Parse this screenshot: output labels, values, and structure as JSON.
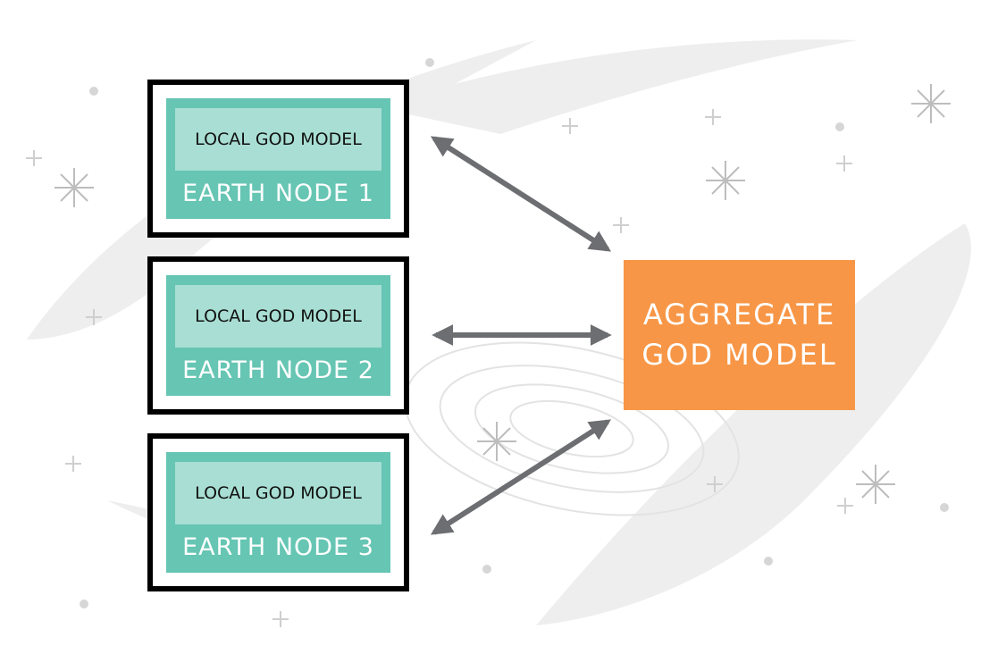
{
  "nodes": [
    {
      "model": "LOCAL GOD MODEL",
      "label": "EARTH NODE 1"
    },
    {
      "model": "LOCAL GOD MODEL",
      "label": "EARTH NODE 2"
    },
    {
      "model": "LOCAL GOD MODEL",
      "label": "EARTH NODE 3"
    }
  ],
  "aggregate": {
    "line1": "AGGREGATE",
    "line2": "GOD MODEL"
  },
  "colors": {
    "node_outer": "#66c5b3",
    "node_inner": "#a8ded3",
    "aggregate": "#f79646",
    "arrow": "#6d6e71",
    "border": "#000000"
  }
}
